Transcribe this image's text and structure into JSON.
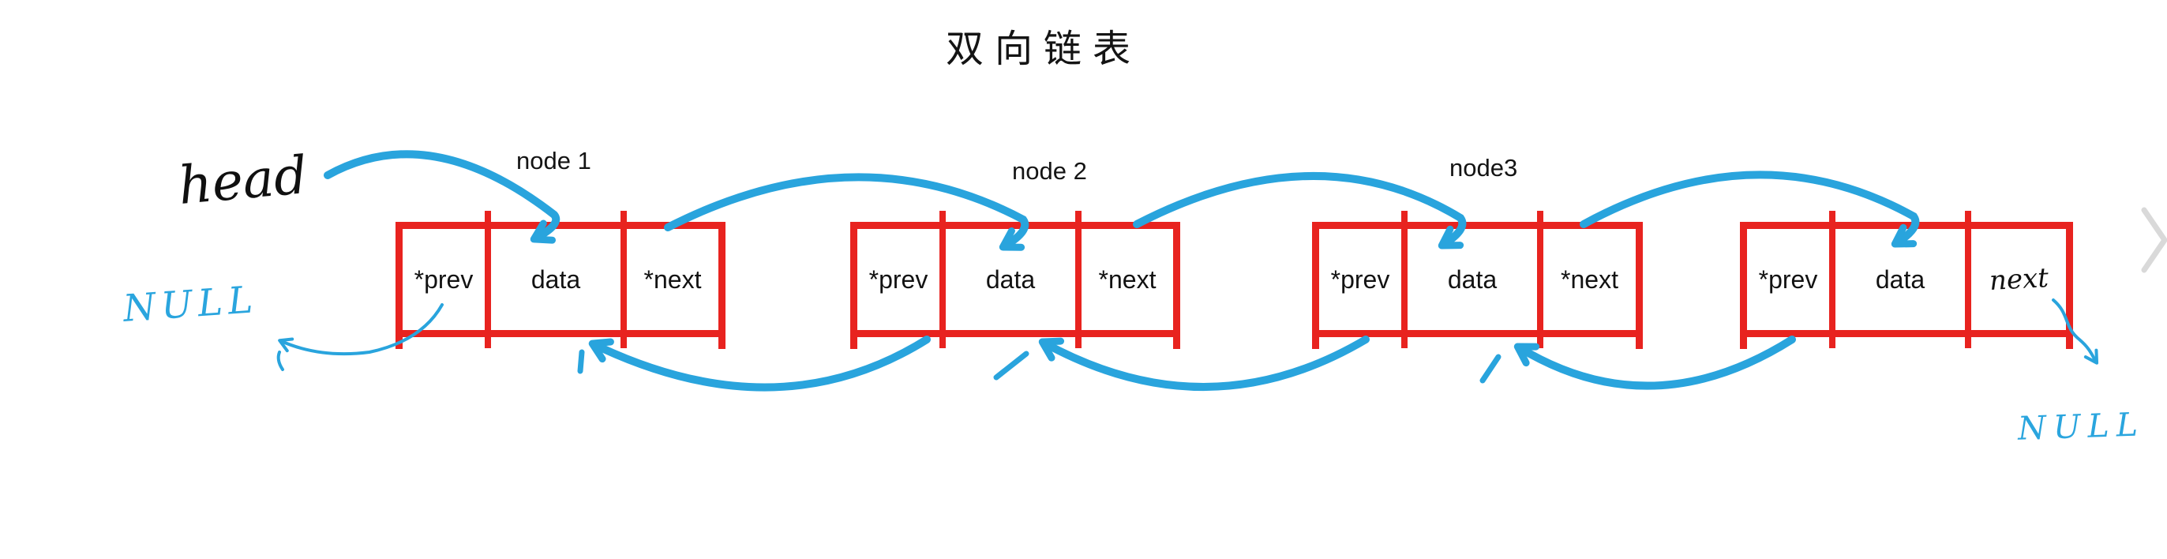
{
  "title": "双向链表",
  "annotations": {
    "head": "head",
    "null_left": "NULL",
    "null_right": "NULL"
  },
  "nodes": [
    {
      "label": "node 1",
      "cells": [
        "*prev",
        "data",
        "*next"
      ]
    },
    {
      "label": "node 2",
      "cells": [
        "*prev",
        "data",
        "*next"
      ]
    },
    {
      "label": "node3",
      "cells": [
        "*prev",
        "data",
        "*next"
      ]
    },
    {
      "label": "",
      "cells": [
        "*prev",
        "data",
        "next"
      ]
    }
  ],
  "colors": {
    "box_red": "#e8231f",
    "arrow_blue": "#29a4dd",
    "text_black": "#141414",
    "chevron_gray": "#d9d9d9"
  },
  "icons": {
    "carousel_next": "chevron-right-icon"
  }
}
